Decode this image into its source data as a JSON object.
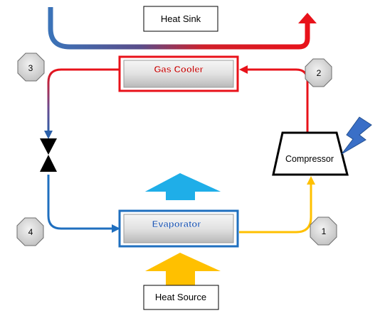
{
  "labels": {
    "heat_sink": "Heat Sink",
    "heat_source": "Heat Source",
    "gas_cooler": "Gas Cooler",
    "evaporator": "Evaporator",
    "compressor": "Compressor"
  },
  "states": [
    "1",
    "2",
    "3",
    "4"
  ],
  "colors": {
    "hot": "#e8121a",
    "cold": "#1f6fbf",
    "warm": "#ffc000",
    "heat_out": "#1faee8",
    "lightning": "#3a6fc7"
  }
}
